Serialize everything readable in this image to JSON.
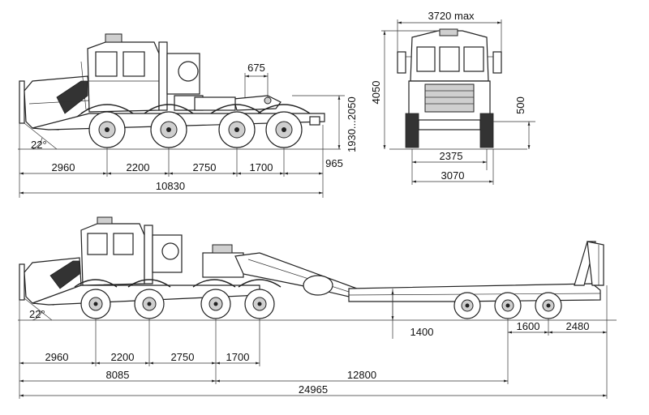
{
  "side_view_tractor": {
    "dims": {
      "front_overhang": "2960",
      "axle_1_2": "2200",
      "axle_2_3": "2750",
      "axle_3_4": "1700",
      "rear_overhang": "965",
      "total_length": "10830",
      "fifth_wheel": "675",
      "fifth_wheel_height": "1930...2050",
      "approach_angle": "22°"
    }
  },
  "front_view": {
    "dims": {
      "mirror_width": "3720 max",
      "height": "4050",
      "clearance": "500",
      "track": "2375",
      "width": "3070"
    }
  },
  "side_view_train": {
    "dims": {
      "front_overhang": "2960",
      "axle_1_2": "2200",
      "axle_2_3": "2750",
      "axle_3_4": "1700",
      "tractor_to_kingpin": "8085",
      "trailer_base": "12800",
      "deck_height": "1400",
      "trailer_axle_spacing": "1600",
      "trailer_rear_overhang": "2480",
      "total_length": "24965",
      "approach_angle": "22°"
    }
  }
}
